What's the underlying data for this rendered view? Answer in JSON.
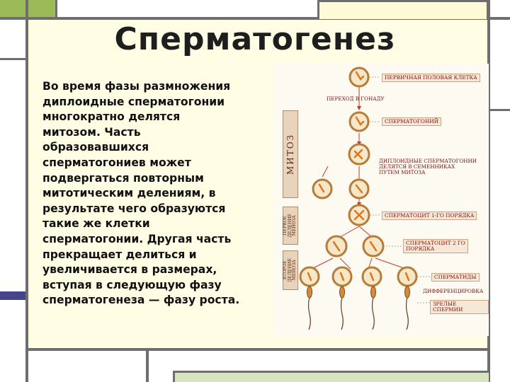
{
  "title": "Сперматогенез",
  "body_lines": [
    "Во время фазы размножения",
    "диплоидные сперматогонии",
    "многократно делятся",
    "митозом. Часть",
    "образовавшихся",
    "сперматогониев может",
    "подвергаться повторным",
    "митотическим делениям, в",
    "результате чего образуются",
    "такие же клетки",
    "сперматогонии. Другая часть",
    "прекращает делиться и",
    "увеличивается в размерах,",
    "вступая в следующую фазу",
    "сперматогенеза — фазу роста."
  ],
  "diagram": {
    "primary_germ_cell": "ПЕРВИЧНАЯ ПОЛОВАЯ КЛЕТКА",
    "to_gonad": "ПЕРЕХОД В ГОНАДУ",
    "spermatogonium": "СПЕРМАТОГОНИЙ",
    "diploid_line1": "ДИПЛОИДНЫЕ СПЕРМАТОГОНИИ",
    "diploid_line2": "ДЕЛЯТСЯ В СЕМЕННИКАХ",
    "diploid_line3": "ПУТЕМ МИТОЗА",
    "spermatocyte1": "СПЕРМАТОЦИТ 1-ГО ПОРЯДКА",
    "spermatocyte2_line1": "СПЕРМАТОЦИТ 2 ГО",
    "spermatocyte2_line2": "ПОРЯДКА",
    "spermatids": "СПЕРМАТИДЫ",
    "differentiation": "ДИФФЕРЕНЦИРОВКА",
    "mature": "ЗРЕЛЫЕ СПЕРМИИ",
    "mitosis": "МИТОЗ",
    "first_meiosis_line1": "ПЕРВОЕ",
    "first_meiosis_line2": "ДЕЛЕНИЕ",
    "first_meiosis_line3": "МЕЙОЗА",
    "second_meiosis_line1": "ВТОРОЕ",
    "second_meiosis_line2": "ДЕЛЕНИЕ",
    "second_meiosis_line3": "МЕЙОЗА"
  },
  "colors": {
    "frame": "#6e6e6e",
    "accent_green": "#9bbb59",
    "panel": "#fffde3",
    "label_red": "#8a0e0e"
  }
}
